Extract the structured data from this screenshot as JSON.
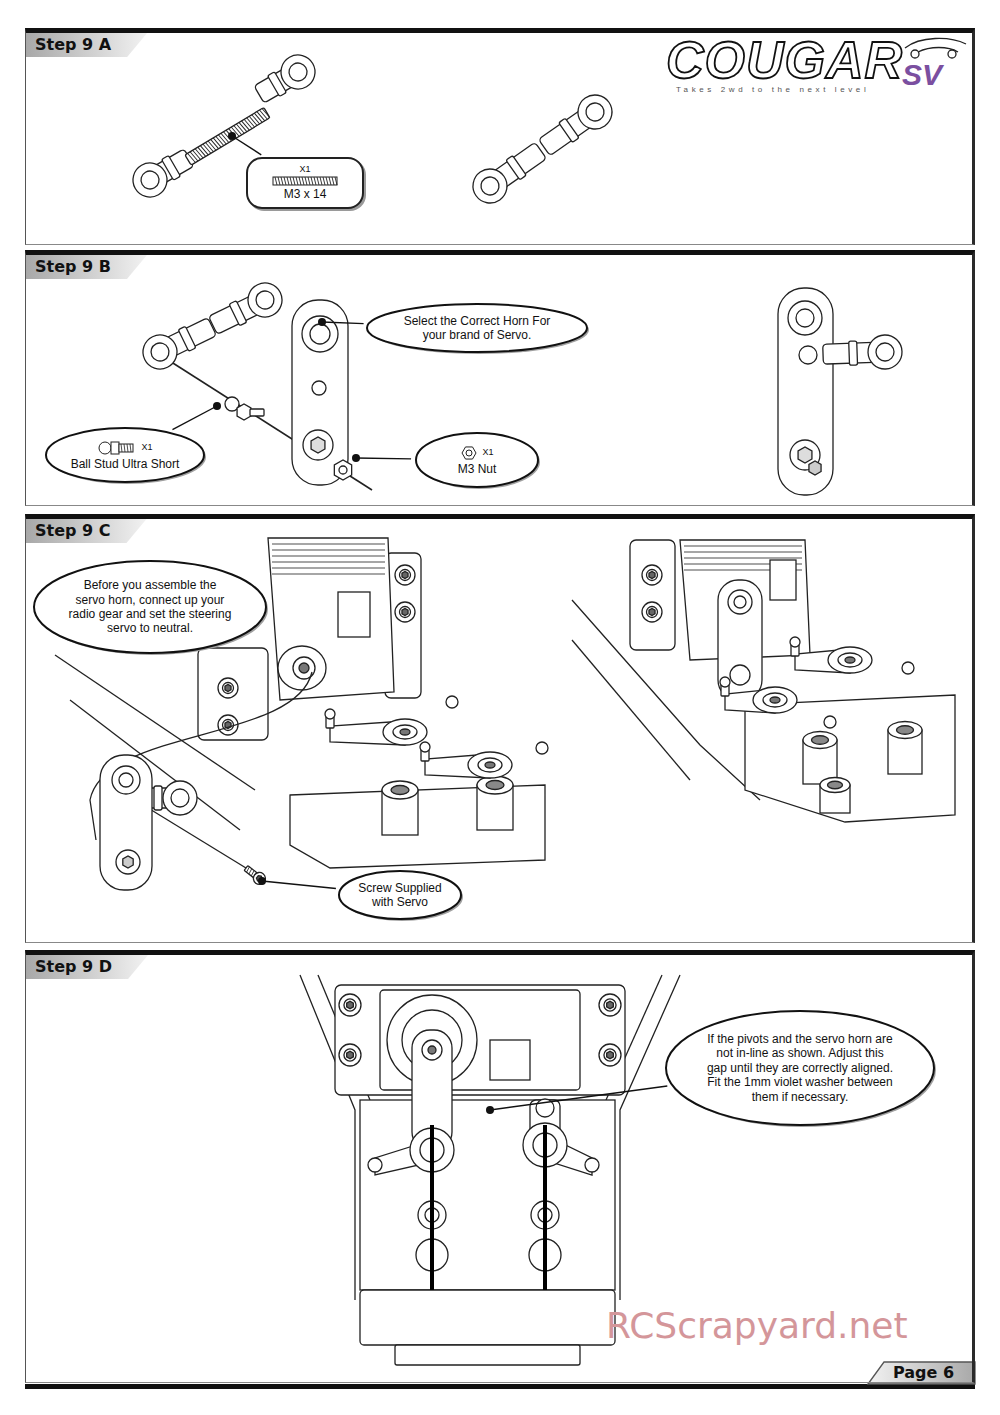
{
  "diagram": {
    "nodes": [
      {
        "text": [
          "Step 9 A"
        ]
      },
      {
        "text": [
          "X1",
          "M3 x 14"
        ],
        "in": 0
      },
      {
        "text": [
          "Step 9 B"
        ]
      },
      {
        "text": [
          "Select the Correct Horn For your brand of Servo."
        ],
        "in": 2
      },
      {
        "text": [
          "X1",
          "Ball Stud Ultra Short"
        ],
        "in": 2
      },
      {
        "text": [
          "X1",
          "M3 Nut"
        ],
        "in": 2
      },
      {
        "text": [
          "Step 9 C"
        ]
      },
      {
        "text": [
          "Before you assemble the servo horn, connect up your radio gear and set the steering servo to neutral."
        ],
        "in": 6
      },
      {
        "text": [
          "Screw Supplied with Servo"
        ],
        "in": 6
      },
      {
        "text": [
          "Step 9 D"
        ]
      },
      {
        "text": [
          "If the pivots and the servo horn are not in-line as shown. Adjust this gap until they are correctly aligned. Fit the 1mm violet washer between them if necessary."
        ],
        "in": 9
      }
    ],
    "labels": [
      "COUGAR",
      "SV",
      "Takes 2wd to the next level",
      "Page 6",
      "RCScrapyard.net"
    ]
  }
}
